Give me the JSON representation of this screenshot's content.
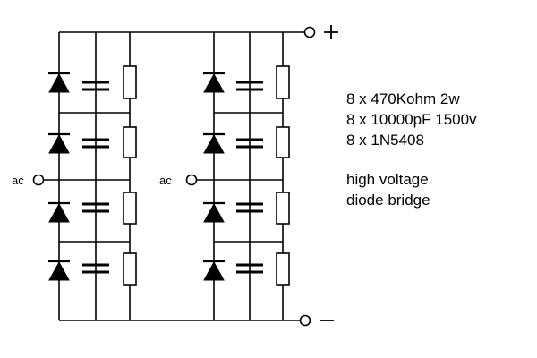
{
  "diagram": {
    "terminals": {
      "positive": {
        "symbol": "+"
      },
      "negative": {
        "symbol": "−"
      },
      "ac_left": {
        "label": "ac"
      },
      "ac_right": {
        "label": "ac"
      }
    },
    "sections": [
      {
        "id": "left-stack",
        "stages": [
          {
            "element": "diode"
          },
          {
            "element": "diode"
          },
          {
            "element": "diode"
          },
          {
            "element": "diode"
          }
        ]
      },
      {
        "id": "right-stack",
        "stages": [
          {
            "element": "diode"
          },
          {
            "element": "diode"
          },
          {
            "element": "diode"
          },
          {
            "element": "diode"
          }
        ]
      }
    ],
    "parts_list": [
      "8 x 470Kohm 2w",
      "8 x 10000pF 1500v",
      "8 x 1N5408"
    ],
    "caption": [
      "high voltage",
      "diode bridge"
    ]
  }
}
